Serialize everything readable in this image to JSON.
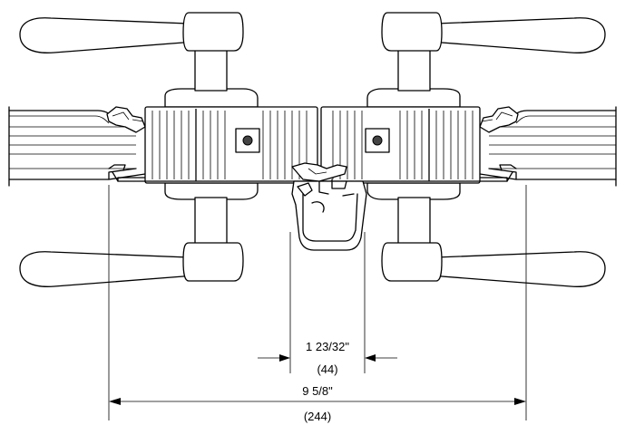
{
  "dimensions": {
    "inner": {
      "imperial": "1 23/32\"",
      "metric": "(44)"
    },
    "overall": {
      "imperial": "9 5/8\"",
      "metric": "(244)"
    }
  },
  "colors": {
    "line": "#000000",
    "background": "#ffffff",
    "lock_cylinder": "#444444"
  }
}
